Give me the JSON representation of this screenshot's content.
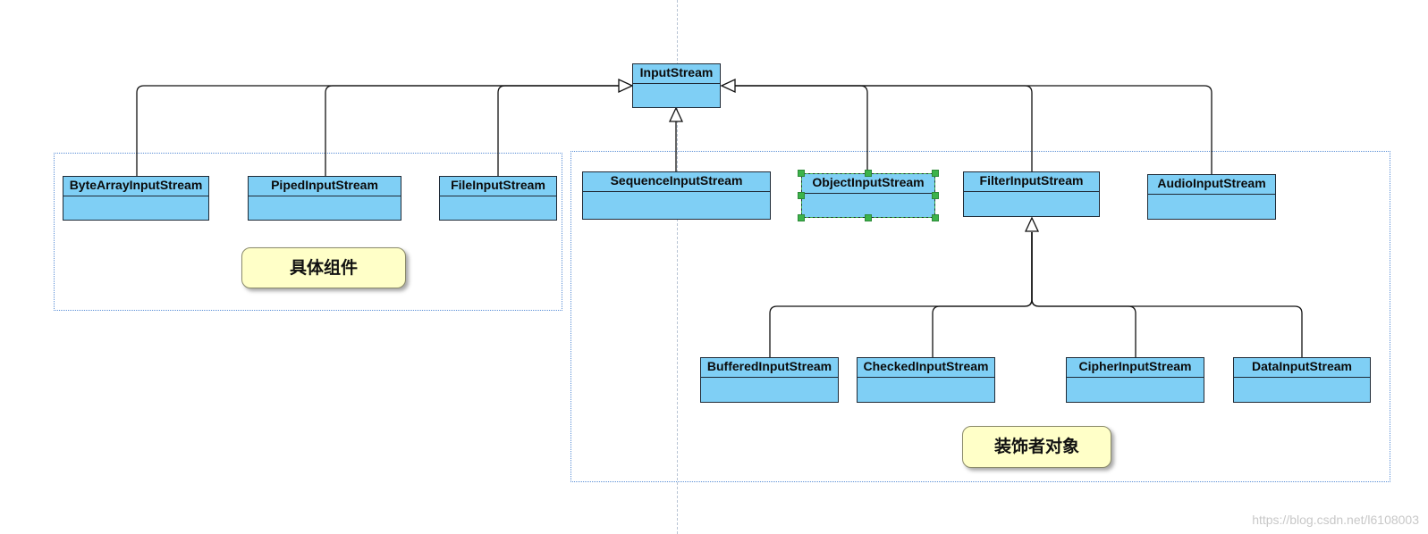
{
  "classes": {
    "input_stream": "InputStream",
    "byte_array_input_stream": "ByteArrayInputStream",
    "piped_input_stream": "PipedInputStream",
    "file_input_stream": "FileInputStream",
    "sequence_input_stream": "SequenceInputStream",
    "object_input_stream": "ObjectInputStream",
    "filter_input_stream": "FilterInputStream",
    "audio_input_stream": "AudioInputStream",
    "buffered_input_stream": "BufferedInputStream",
    "checked_input_stream": "CheckedInputStream",
    "cipher_input_stream": "CipherInputStream",
    "data_input_stream": "DataInputStream"
  },
  "notes": {
    "concrete_components": "具体组件",
    "decorator_objects": "装饰者对象"
  },
  "watermark": "https://blog.csdn.net/l6108003",
  "colors": {
    "class_fill": "#7fcff5",
    "note_fill": "#ffffc8",
    "group_border": "#5b8fd6",
    "selection": "#3cb34a"
  }
}
